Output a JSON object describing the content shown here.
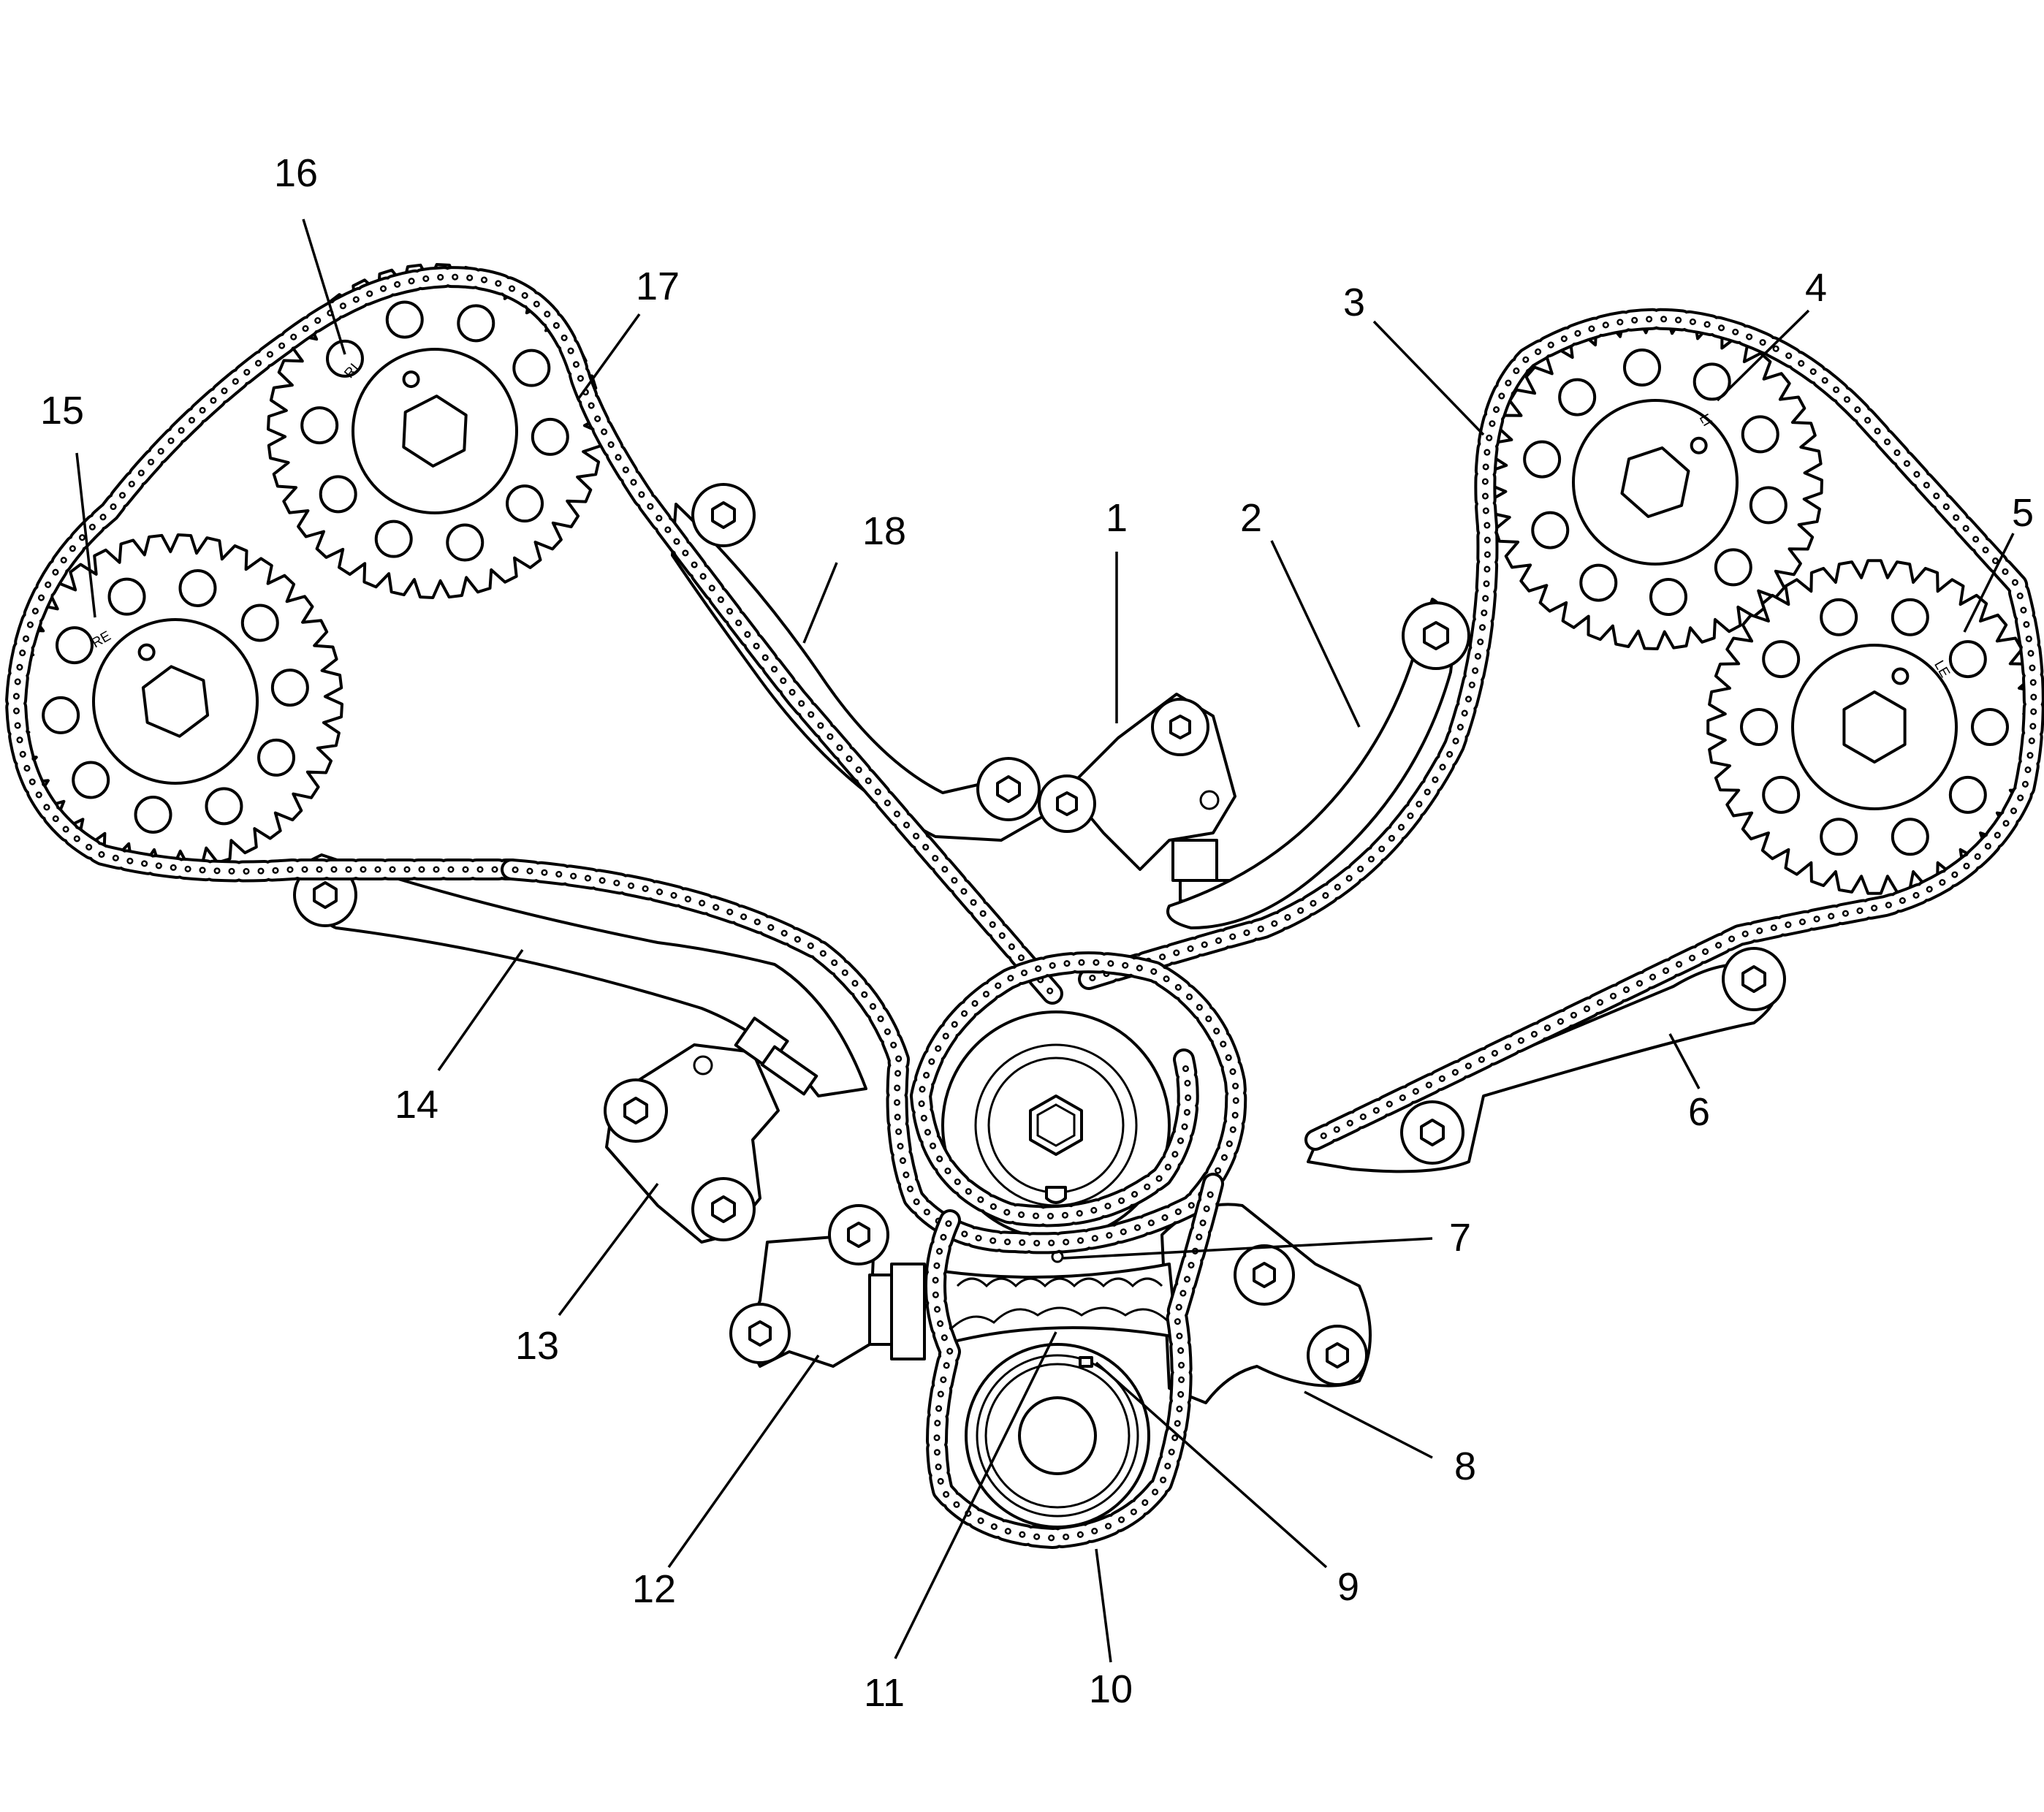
{
  "callouts": {
    "c1": "1",
    "c2": "2",
    "c3": "3",
    "c4": "4",
    "c5": "5",
    "c6": "6",
    "c7": "7",
    "c8": "8",
    "c9": "9",
    "c10": "10",
    "c11": "11",
    "c12": "12",
    "c13": "13",
    "c14": "14",
    "c15": "15",
    "c16": "16",
    "c17": "17",
    "c18": "18"
  },
  "sprocket_marks": {
    "right_intake": "RI",
    "right_exhaust": "RE",
    "left_intake": "LI",
    "left_exhaust": "LE"
  }
}
